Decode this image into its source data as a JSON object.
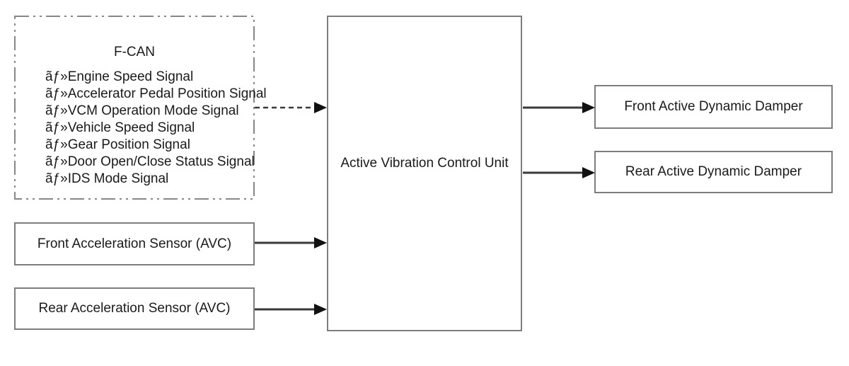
{
  "diagram": {
    "fcan": {
      "title": "F-CAN",
      "signals": [
        "ãƒ»Engine Speed Signal",
        "ãƒ»Accelerator Pedal Position Signal",
        "ãƒ»VCM Operation Mode Signal",
        "ãƒ»Vehicle Speed Signal",
        "ãƒ»Gear Position Signal",
        "ãƒ»Door Open/Close Status Signal",
        "ãƒ»IDS Mode Signal"
      ]
    },
    "boxes": {
      "avc_unit": "Active Vibration Control Unit",
      "front_sensor": "Front Acceleration Sensor (AVC)",
      "rear_sensor": "Rear Acceleration Sensor (AVC)",
      "front_damper": "Front Active Dynamic Damper",
      "rear_damper": "Rear Active Dynamic Damper"
    },
    "connections": [
      {
        "from": "F-CAN",
        "to": "Active Vibration Control Unit",
        "style": "dashed"
      },
      {
        "from": "Front Acceleration Sensor (AVC)",
        "to": "Active Vibration Control Unit",
        "style": "solid"
      },
      {
        "from": "Rear Acceleration Sensor (AVC)",
        "to": "Active Vibration Control Unit",
        "style": "solid"
      },
      {
        "from": "Active Vibration Control Unit",
        "to": "Front Active Dynamic Damper",
        "style": "solid"
      },
      {
        "from": "Active Vibration Control Unit",
        "to": "Rear Active Dynamic Damper",
        "style": "solid"
      }
    ],
    "colors": {
      "background": "#ffffff",
      "box_border": "#7d7d7d",
      "dashdot_border": "#878787",
      "text": "#1a1a1a",
      "arrow": "#3a3a3a",
      "arrow_head": "#111111"
    }
  }
}
